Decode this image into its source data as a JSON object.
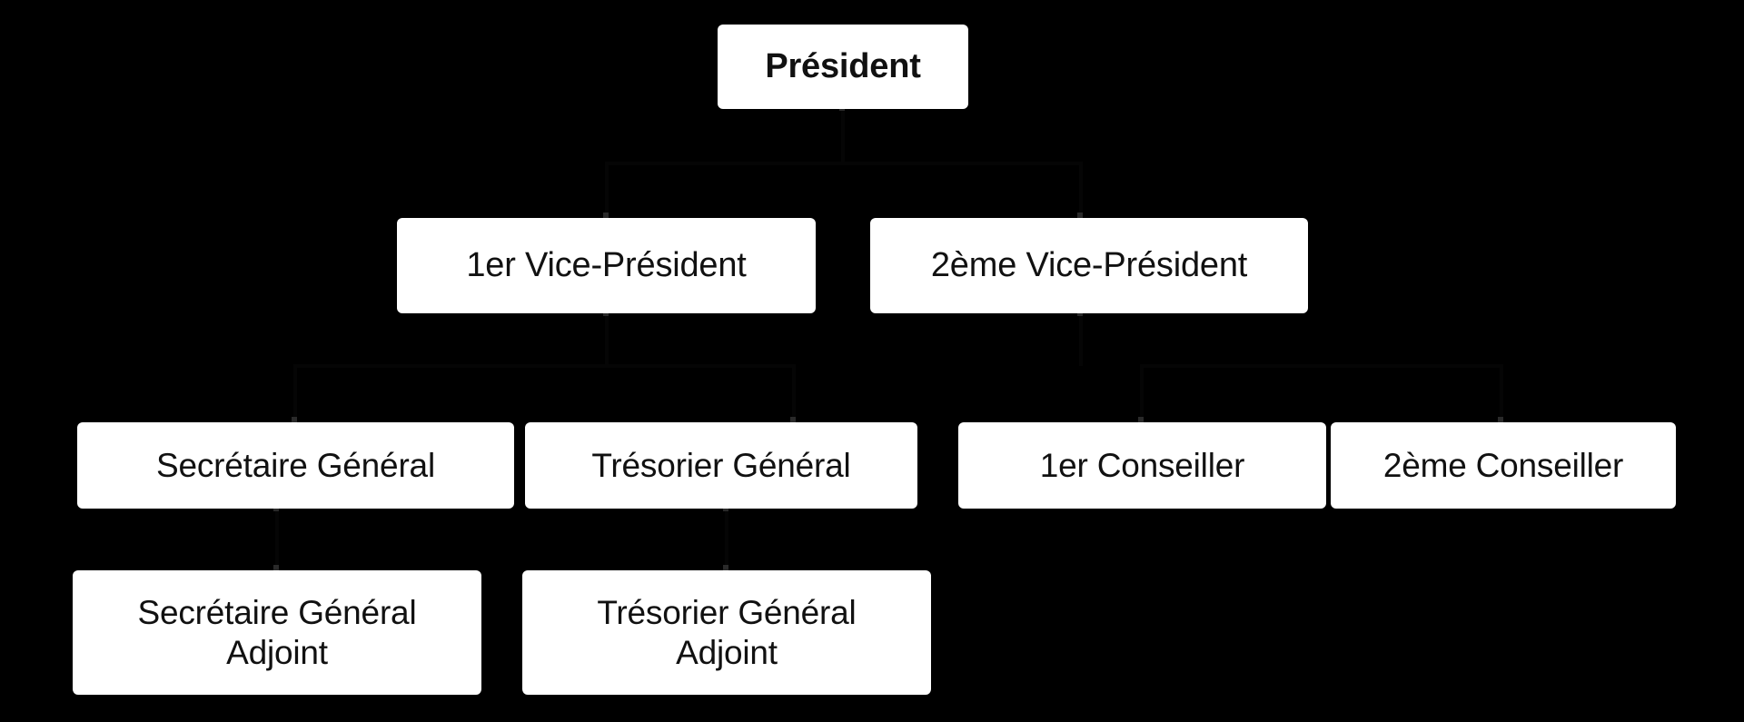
{
  "chart": {
    "type": "org-chart",
    "title": "",
    "background_color": "#000000",
    "node_fill_color": "#ffffff",
    "node_text_color": "#111111",
    "levels": [
      {
        "level": 1,
        "nodes": [
          {
            "id": "president",
            "label": "Président",
            "bold": true
          }
        ]
      },
      {
        "level": 2,
        "nodes": [
          {
            "id": "vp1",
            "label": "1er Vice-Président",
            "bold": false
          },
          {
            "id": "vp2",
            "label": "2ème Vice-Président",
            "bold": false
          }
        ]
      },
      {
        "level": 3,
        "nodes": [
          {
            "id": "sg",
            "label": "Secrétaire Général",
            "bold": false
          },
          {
            "id": "tg",
            "label": "Trésorier Général",
            "bold": false
          },
          {
            "id": "c1",
            "label": "1er Conseiller",
            "bold": false
          },
          {
            "id": "c2",
            "label": "2ème Conseiller",
            "bold": false
          }
        ]
      },
      {
        "level": 4,
        "nodes": [
          {
            "id": "sga",
            "label": "Secrétaire Général\nAdjoint",
            "bold": false
          },
          {
            "id": "tga",
            "label": "Trésorier Général\nAdjoint",
            "bold": false
          }
        ]
      }
    ],
    "edges": [
      {
        "from": "president",
        "to": "vp1"
      },
      {
        "from": "president",
        "to": "vp2"
      },
      {
        "from": "vp1",
        "to": "sg"
      },
      {
        "from": "vp1",
        "to": "tg"
      },
      {
        "from": "vp2",
        "to": "c1"
      },
      {
        "from": "vp2",
        "to": "c2"
      },
      {
        "from": "sg",
        "to": "sga"
      },
      {
        "from": "tg",
        "to": "tga"
      }
    ]
  },
  "nodes": {
    "president": "Président",
    "vp1": "1er Vice-Président",
    "vp2": "2ème Vice-Président",
    "sg": "Secrétaire Général",
    "tg": "Trésorier Général",
    "c1": "1er Conseiller",
    "c2": "2ème Conseiller",
    "sga": "Secrétaire Général\nAdjoint",
    "tga": "Trésorier Général\nAdjoint"
  }
}
